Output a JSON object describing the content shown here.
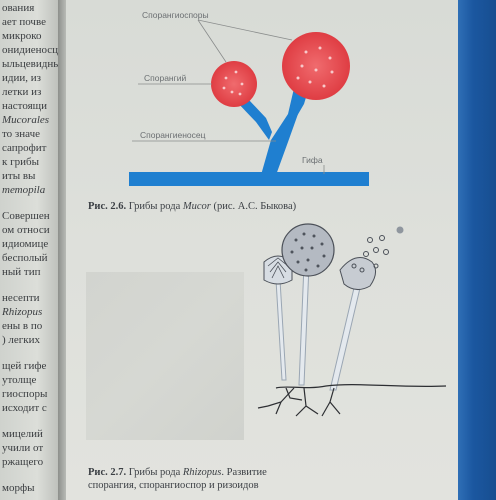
{
  "left_page": {
    "lines": [
      "ования",
      "ает почве",
      "микроко",
      "онидиеносц",
      "ыльцевидны",
      "идии, из",
      "летки из",
      "настоящи",
      "Mucorales",
      "то значе",
      "сапрофит",
      "к грибы",
      "иты вы",
      "тетоpila",
      "Совершен",
      "ом относи",
      "идиомице",
      "бесполый",
      "ный тип",
      "несепти",
      "Rhizopus",
      "ены в по",
      ") легких",
      "щей гифе",
      "утолще",
      "гиоспоры",
      "исходит с",
      "мицелий",
      "учили от",
      "ржащего",
      "морфы"
    ]
  },
  "figure_1": {
    "labels": {
      "sporangiospores": "Спорангиоспоры",
      "sporangium": "Спорангий",
      "sporangiophore": "Спорангиеносец",
      "hypha": "Гифа"
    },
    "caption": {
      "number": "Рис. 2.6.",
      "text_before": " Грибы рода ",
      "genus": "Mucor",
      "text_after": " (рис. А.С. Быкова)"
    }
  },
  "figure_2": {
    "caption": {
      "number": "Рис. 2.7.",
      "text_before": " Грибы рода ",
      "genus": "Rhizopus",
      "text_after": ". Развитие",
      "line2": "спорангия, спорангиоспор и ризоидов"
    }
  },
  "colors": {
    "hypha_blue": "#1f7fd0",
    "sporangium_red": "#e5484c",
    "cover_blue": "#1d5fa8"
  }
}
